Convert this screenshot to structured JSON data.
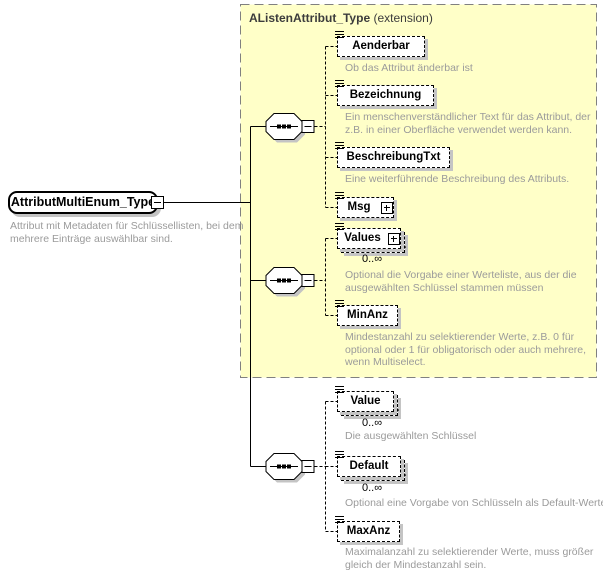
{
  "root": {
    "name": "AttributMultiEnum_Type",
    "description": "Attribut mit Metadaten für Schlüssellisten, bei dem mehrere Einträge auswählbar sind."
  },
  "extension": {
    "title": "AListenAttribut_Type",
    "suffix": "(extension)"
  },
  "elements": [
    {
      "name": "Aenderbar",
      "description": "Ob das Attribut änderbar ist",
      "cardinality": ""
    },
    {
      "name": "Bezeichnung",
      "description": "Ein menschenverständlicher Text für das Attribut, der z.B. in einer Oberfläche verwendet werden kann.",
      "cardinality": ""
    },
    {
      "name": "BeschreibungTxt",
      "description": "Eine weiterführende Beschreibung des Attributs.",
      "cardinality": ""
    },
    {
      "name": "Msg",
      "description": "",
      "cardinality": ""
    },
    {
      "name": "Values",
      "description": "Optional die Vorgabe einer Werteliste, aus der die ausgewählten Schlüssel stammen müssen",
      "cardinality": "0..∞"
    },
    {
      "name": "MinAnz",
      "description": "Mindestanzahl zu selektierender Werte, z.B. 0 für optional oder 1 für obligatorisch oder auch mehrere, wenn Multiselect.",
      "cardinality": ""
    },
    {
      "name": "Value",
      "description": "Die ausgewählten Schlüssel",
      "cardinality": "0..∞"
    },
    {
      "name": "Default",
      "description": "Optional eine Vorgabe von Schlüsseln als Default-Werte",
      "cardinality": "0..∞"
    },
    {
      "name": "MaxAnz",
      "description": "Maximalanzahl zu selektierender Werte, muss größer gleich der Mindestanzahl sein.",
      "cardinality": ""
    }
  ],
  "icons": {
    "sequence": "sequence-compositor",
    "collapse": "minus-box",
    "expand": "plus-box",
    "element": "element-lines"
  },
  "colors": {
    "extension_fill": "#FFFFC8",
    "extension_border": "#808080",
    "shadow": "#C4C4C4",
    "description_text": "#9B9B9B",
    "line": "#000000"
  }
}
